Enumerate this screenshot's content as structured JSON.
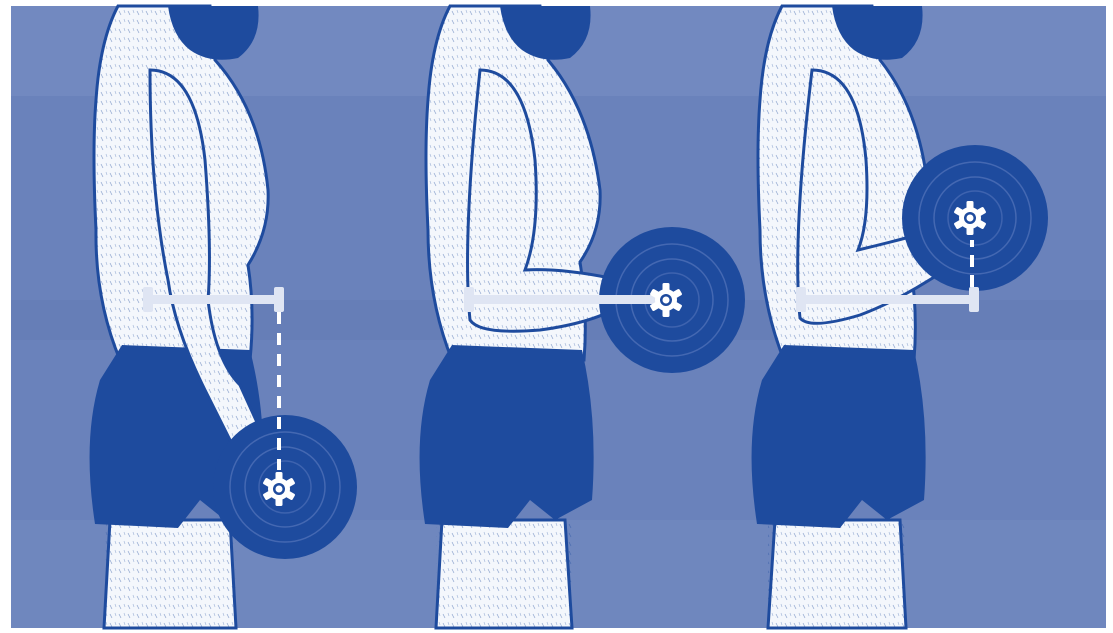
{
  "illustration": {
    "subject": "barbell-curl-sequence",
    "figures": [
      {
        "phase": "bottom",
        "bar_position": "below-elbow"
      },
      {
        "phase": "middle",
        "bar_position": "level-with-elbow"
      },
      {
        "phase": "top",
        "bar_position": "above-elbow"
      }
    ],
    "icons": [
      "moment-arm-ruler-icon",
      "plate-hub-gear-icon",
      "dashed-drop-line-icon"
    ]
  },
  "colors": {
    "background": "#6a82bb",
    "background_light": "#7f96c8",
    "navy": "#1e4b9e",
    "skin": "#f4f7fc",
    "outline": "#1e4b9e",
    "ruler": "#dfe5f3",
    "frame_border": "#ffffff"
  }
}
